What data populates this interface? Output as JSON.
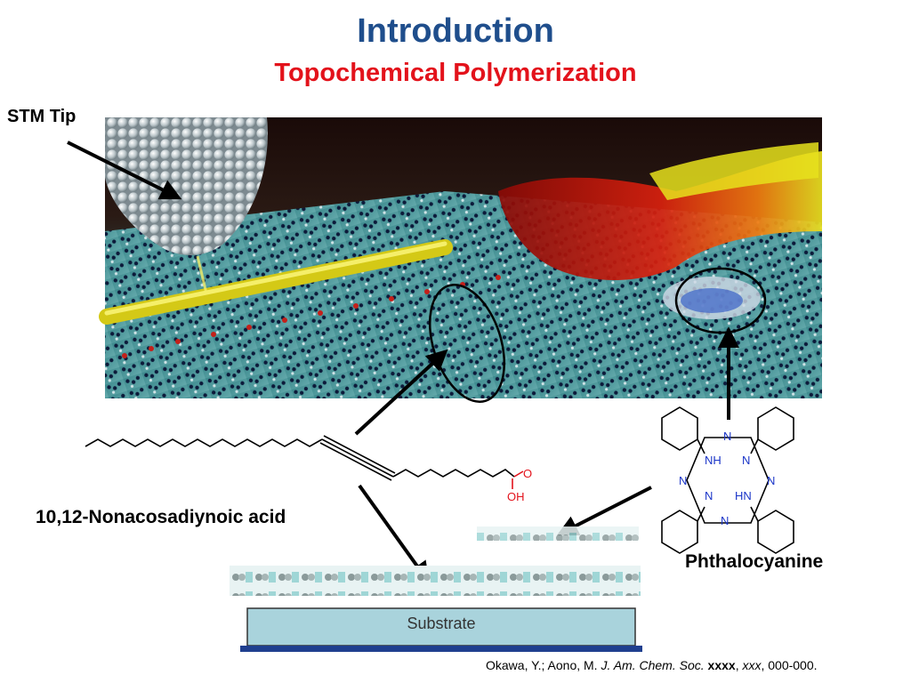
{
  "slide": {
    "title": "Introduction",
    "subtitle": "Topochemical Polymerization"
  },
  "labels": {
    "stm_tip": "STM Tip",
    "acid": "10,12-Nonacosadiynoic acid",
    "phthalocyanine": "Phthalocyanine",
    "substrate": "Substrate",
    "acid_o": "O",
    "acid_oh": "OH"
  },
  "pc_atoms": {
    "n_top": "N",
    "nh_left": "NH",
    "n_right_inner": "N",
    "n_left": "N",
    "n_right": "N",
    "n_left_inner": "N",
    "hn_right": "HN",
    "n_bottom": "N"
  },
  "citation": {
    "authors": "Okawa, Y.; Aono, M. ",
    "journal": "J. Am. Chem. Soc.",
    "year": "xxxx",
    "volume": "xxx",
    "pages": ", 000-000."
  },
  "colors": {
    "title": "#1f4e8c",
    "subtitle": "#e3121b",
    "nitrogen": "#1a35c8",
    "oxygen": "#e3121b",
    "substrate": "#a9d3dc",
    "substrate_base": "#1f3f8f"
  }
}
